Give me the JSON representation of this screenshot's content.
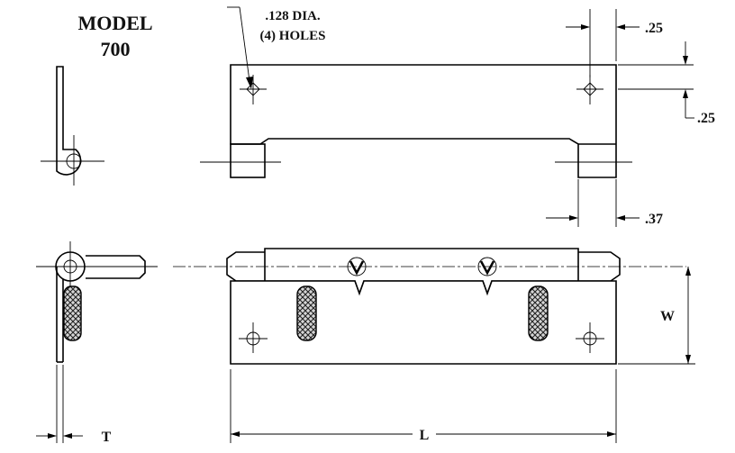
{
  "title": {
    "line1": "MODEL",
    "line2": "700"
  },
  "hole_note": {
    "line1": ".128 DIA.",
    "line2": "(4) HOLES"
  },
  "dimensions": {
    "top_right": ".25",
    "right_side": ".25",
    "tab_width": ".37",
    "width": "W",
    "thickness": "T",
    "length": "L"
  }
}
